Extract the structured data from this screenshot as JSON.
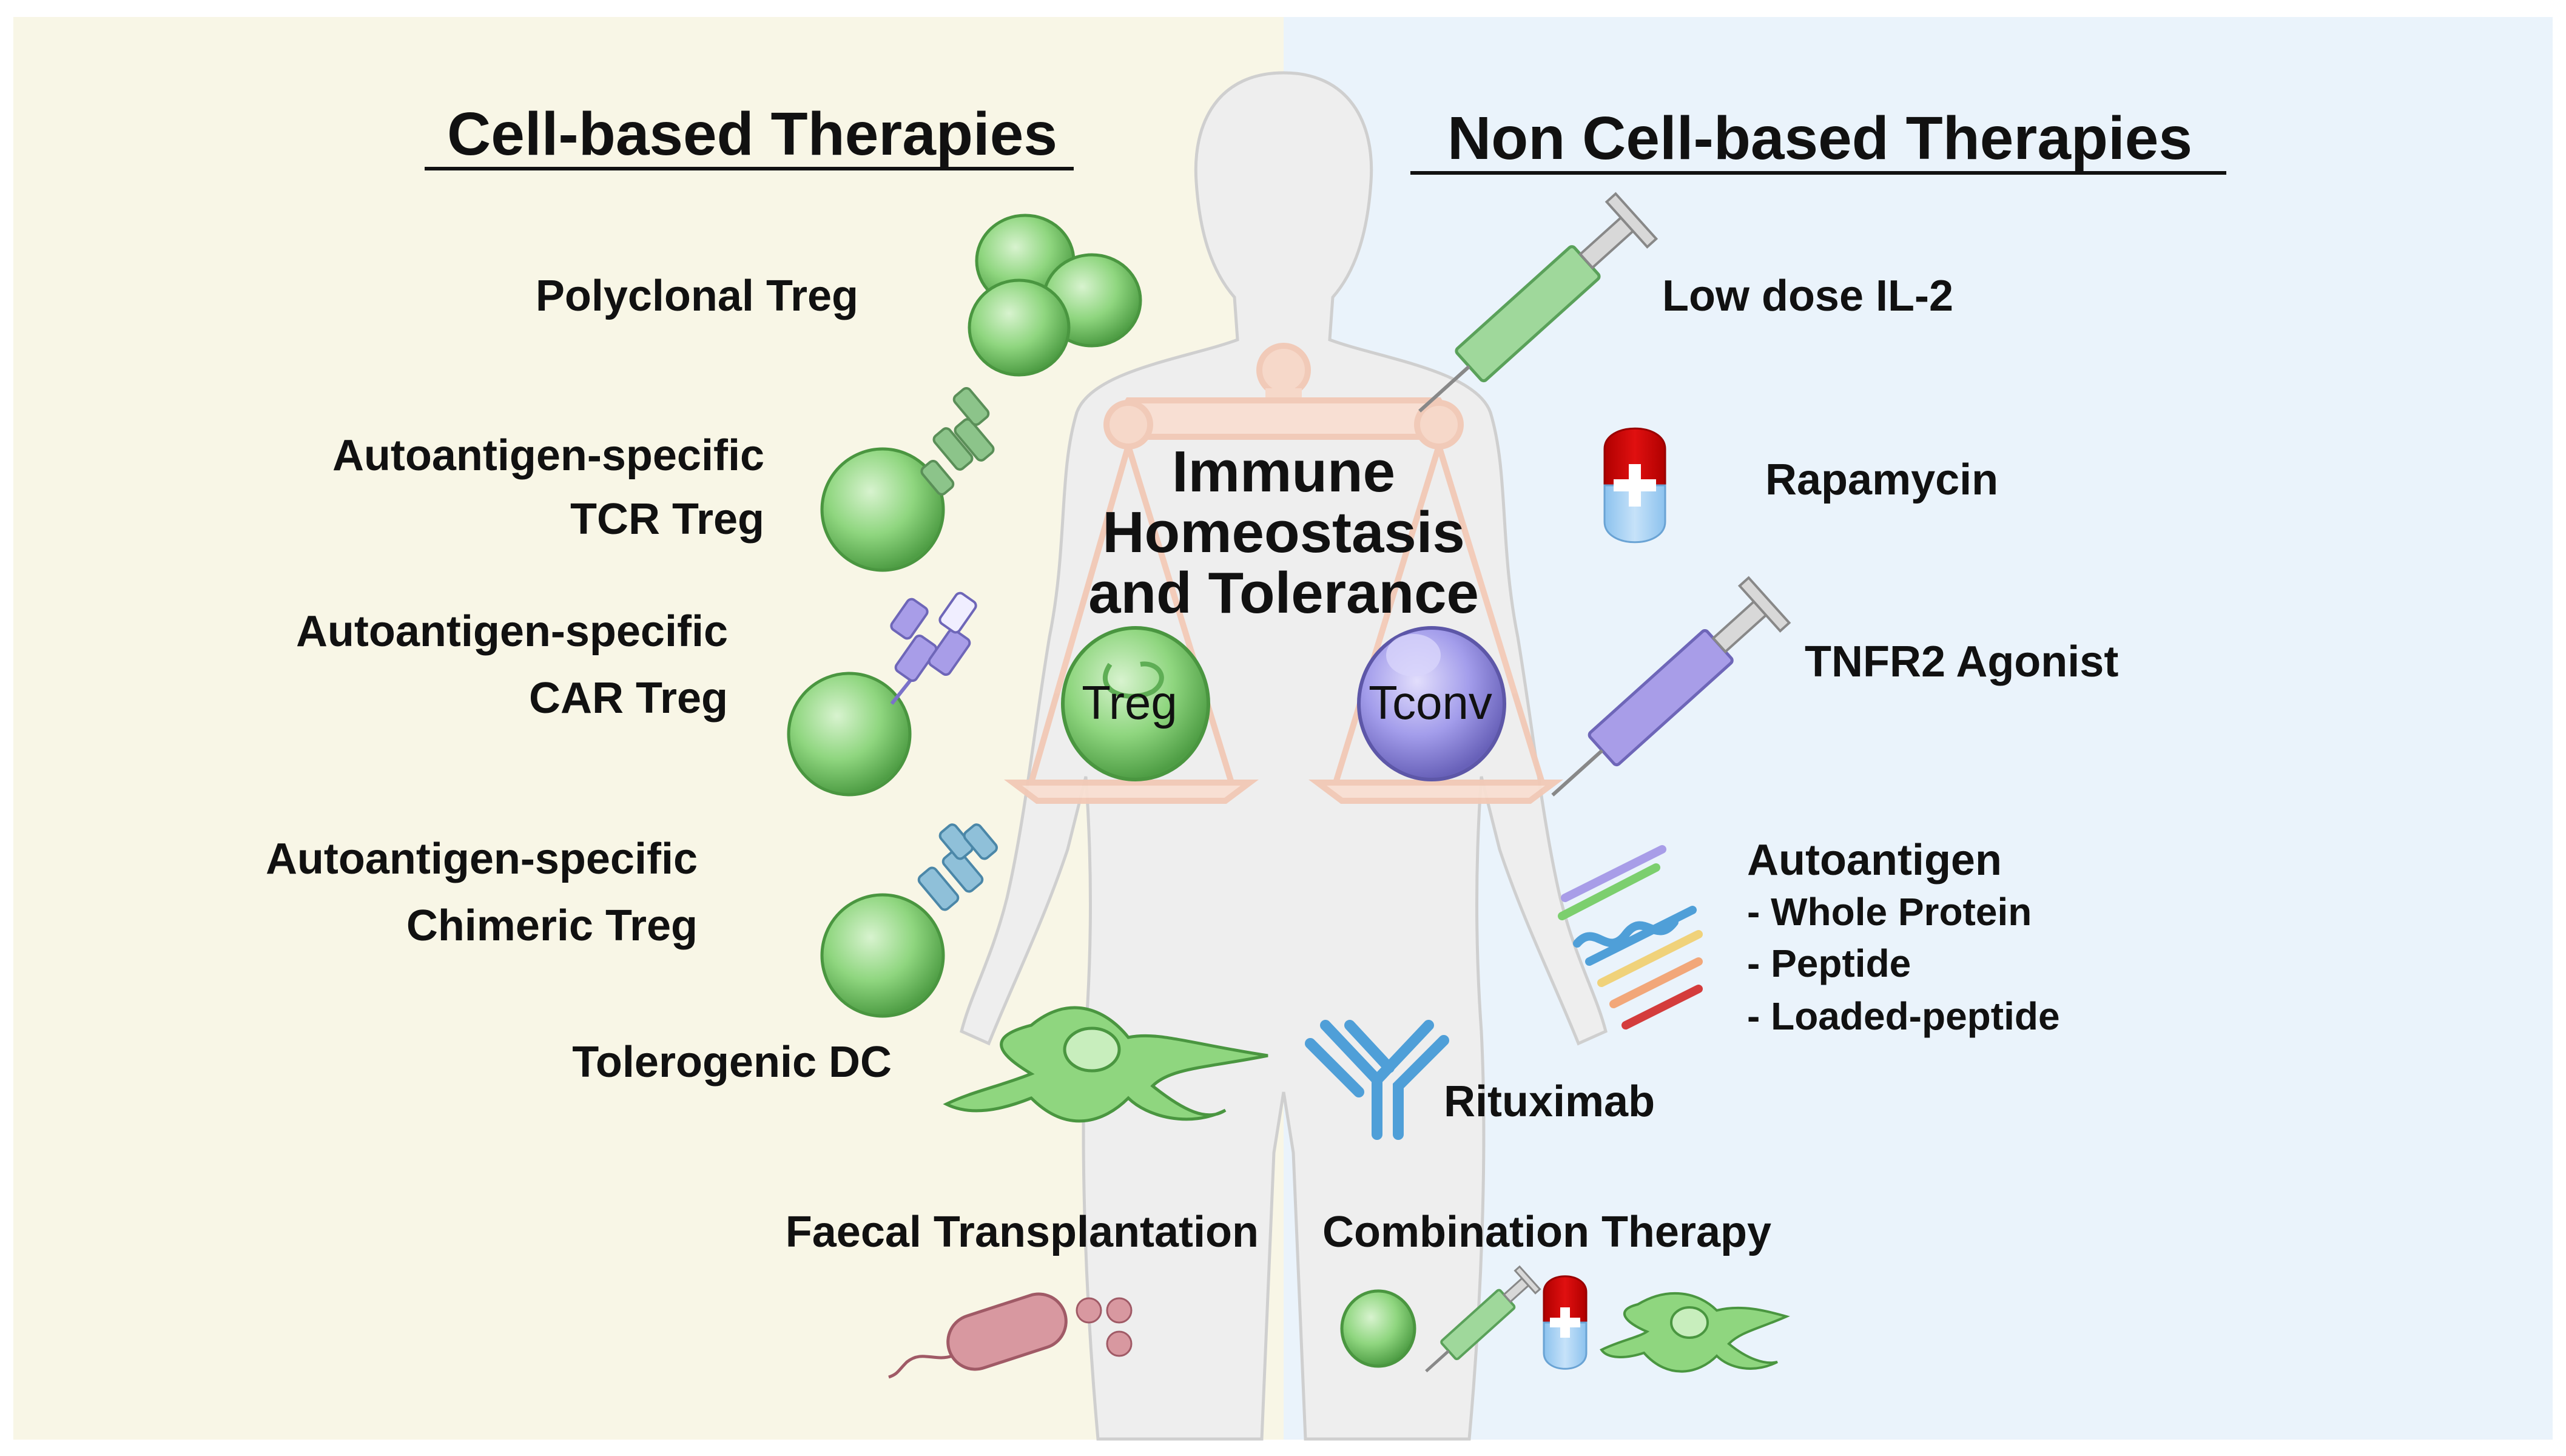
{
  "headings": {
    "left": "Cell-based Therapies",
    "right": "Non Cell-based Therapies"
  },
  "center": {
    "title_lines": [
      "Immune",
      "Homeostasis",
      "and Tolerance"
    ],
    "left_pan_label": "Treg",
    "right_pan_label": "Tconv"
  },
  "left_items": {
    "polyclonal": "Polyclonal Treg",
    "tcr_line1": "Autoantigen-specific",
    "tcr_line2": "TCR Treg",
    "car_line1": "Autoantigen-specific",
    "car_line2": "CAR Treg",
    "chimeric_line1": "Autoantigen-specific",
    "chimeric_line2": "Chimeric Treg",
    "dc": "Tolerogenic DC",
    "faecal": "Faecal Transplantation"
  },
  "right_items": {
    "il2": "Low dose IL-2",
    "rapamycin": "Rapamycin",
    "tnfr2": "TNFR2 Agonist",
    "autoantigen": "Autoantigen",
    "autoantigen_subs": [
      "- Whole Protein",
      "- Peptide",
      "- Loaded-peptide"
    ],
    "rituximab": "Rituximab",
    "combination": "Combination Therapy"
  },
  "colors": {
    "left_panel": "#f8f6e6",
    "right_panel": "#eaf3fb",
    "body_silhouette": "#eeeeee",
    "scale": "#f7d7c8",
    "treg_green": "#7ccf6e",
    "tconv_purple": "#9b95e0",
    "syringe_green": "#9fd89b",
    "syringe_purple": "#a89de8",
    "pill_red": "#d40000",
    "pill_blue": "#a9d2f4",
    "antibody_blue": "#4f9fd8",
    "bacterium": "#d898a0"
  }
}
